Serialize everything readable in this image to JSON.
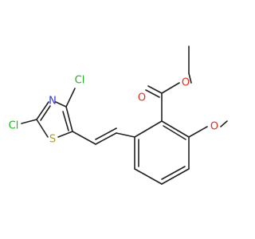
{
  "colors": {
    "bond": "#222222",
    "Cl": "#1fb51f",
    "N": "#2b35d8",
    "S": "#b8a000",
    "O": "#e32c1c"
  },
  "atoms": {
    "cl_top": "Cl",
    "cl_left": "Cl",
    "n": "N",
    "s": "S",
    "o_carbonyl": "O",
    "o_ester": "O",
    "o_methoxy": "O"
  }
}
